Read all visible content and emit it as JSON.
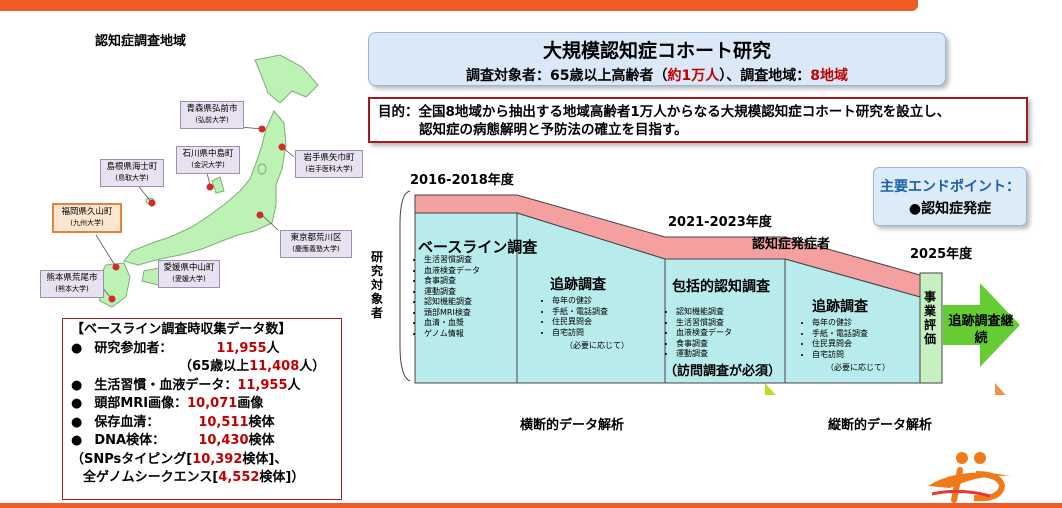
{
  "map": {
    "title": "認知症調査地域",
    "cities": [
      {
        "id": "aomori",
        "name": "青森県弘前市",
        "univ": "(弘前大学)"
      },
      {
        "id": "iwate",
        "name": "岩手県矢巾町",
        "univ": "(岩手医科大学)"
      },
      {
        "id": "ishikawa",
        "name": "石川県中島町",
        "univ": "(金沢大学)"
      },
      {
        "id": "shimane",
        "name": "島根県海士町",
        "univ": "(鳥取大学)"
      },
      {
        "id": "tokyo",
        "name": "東京都荒川区",
        "univ": "(慶應義塾大学)"
      },
      {
        "id": "fukuoka",
        "name": "福岡県久山町",
        "univ": "(九州大学)"
      },
      {
        "id": "ehime",
        "name": "愛媛県中山町",
        "univ": "(愛媛大学)"
      },
      {
        "id": "kumamoto",
        "name": "熊本県荒尾市",
        "univ": "(熊本大学)"
      }
    ]
  },
  "header": {
    "title": "大規模認知症コホート研究",
    "sub_a": "調査対象者：65歳以上高齢者（",
    "sub_b": "約1万人",
    "sub_c": "）、調査地域：",
    "sub_d": "8地域"
  },
  "purpose": {
    "line1": "目的：全国8地域から抽出する地域高齢者1万人からなる大規模認知症コホート研究を設立し、",
    "line2": "認知症の病態解明と予防法の確立を目指す。"
  },
  "endpoint": {
    "label": "主要エンドポイント：",
    "value": "●認知症発症"
  },
  "timeline": {
    "years": [
      "2016-2018年度",
      "2021-2023年度",
      "2025年度"
    ],
    "subjects_label": "研究対象者",
    "dementia_label": "認知症発症者",
    "stages": [
      {
        "title": "ベースライン調査",
        "items": [
          "生活習慣調査",
          "血液検査データ",
          "食事調査",
          "運動調査",
          "認知機能調査",
          "頭部MRI検査",
          "血清・血漿",
          "ゲノム情報"
        ]
      },
      {
        "title": "追跡調査",
        "items": [
          "毎年の健診",
          "手紙・電話調査",
          "住民異問会",
          "自宅訪問"
        ],
        "note": "（必要に応じて）"
      },
      {
        "title": "包括的認知調査",
        "items": [
          "認知機能調査",
          "生活習慣調査",
          "血液検査データ",
          "食事調査",
          "運動調査"
        ],
        "note": "（訪問調査が必須）"
      },
      {
        "title": "追跡調査",
        "items": [
          "毎年の健診",
          "手紙・電話調査",
          "住民異問会",
          "自宅訪問"
        ],
        "note": "（必要に応じて）"
      }
    ],
    "final_box": "事業評価",
    "continue_label": "追跡調査継続"
  },
  "analysis": {
    "cross": "横断的データ解析",
    "longitudinal": "縦断的データ解析"
  },
  "data_box": {
    "title": "【ベースライン調査時収集データ数】",
    "rows": [
      {
        "label": "研究参加者：",
        "value": "11,955",
        "unit": "人"
      },
      {
        "label": "生活習慣・血液データ：",
        "value": "11,955",
        "unit": "人"
      },
      {
        "label": "頭部MRI画像：",
        "value": "10,071",
        "unit": "画像"
      },
      {
        "label": "保存血清：",
        "value": "10,511",
        "unit": "検体"
      },
      {
        "label": "DNA検体：",
        "value": "10,430",
        "unit": "検体"
      }
    ],
    "sub_pre": "（65歳以上",
    "sub_val": "11,408",
    "sub_post": "人）",
    "snp_a": "（SNPsタイピング[",
    "snp_val": "10,392",
    "snp_b": "検体]、",
    "seq_a": "全ゲノムシークエンス[",
    "seq_val": "4,552",
    "seq_b": "検体]）",
    "bullet": "●"
  },
  "colors": {
    "accent": "#f05a24",
    "red": "#c00000",
    "teal": "#b8ecec",
    "pink": "#f4a0a0",
    "green": "#7ed957"
  }
}
